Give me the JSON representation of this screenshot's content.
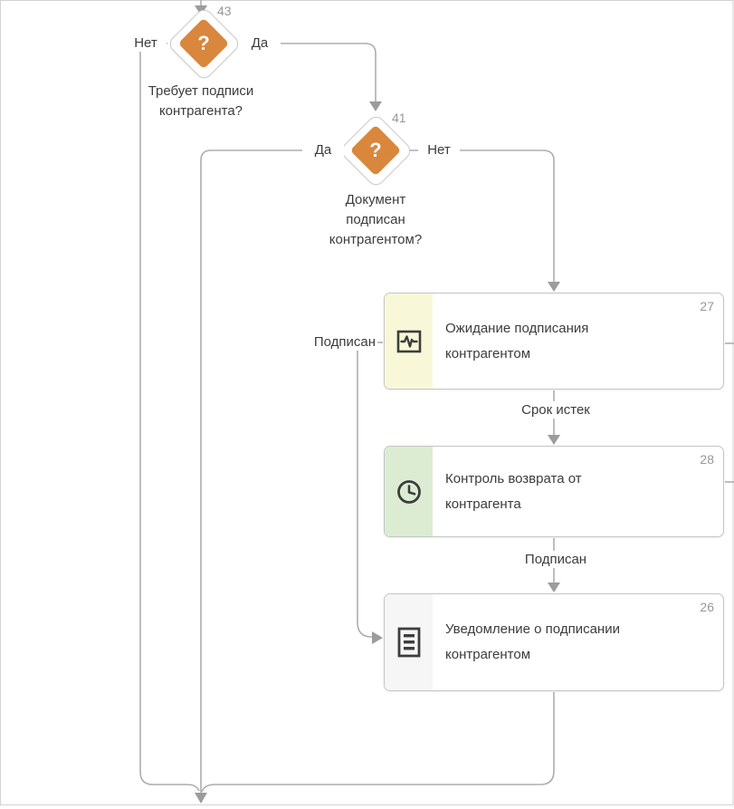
{
  "canvas": {
    "background": "#ffffff",
    "border_color": "#d2d2d2"
  },
  "colors": {
    "decision_fill": "#d8873c",
    "decision_border": "#cacaca",
    "connector": "#adadad",
    "arrowhead": "#9c9c9c",
    "task_border": "#c5c5c5",
    "text": "#3c3c3c",
    "number_text": "#979797",
    "panel_yellow": "#f8f8d9",
    "panel_green": "#dbecd3",
    "panel_gray": "#f6f6f6"
  },
  "decisions": [
    {
      "number": "43",
      "icon_glyph": "?",
      "caption_lines": [
        "Требует подписи",
        "контрагента?"
      ],
      "branch_left": "Нет",
      "branch_right": "Да"
    },
    {
      "number": "41",
      "icon_glyph": "?",
      "caption_lines": [
        "Документ",
        "подписан",
        "контрагентом?"
      ],
      "branch_left": "Да",
      "branch_right": "Нет"
    }
  ],
  "tasks": [
    {
      "number": "27",
      "title": "Ожидание подписания контрагентом",
      "icon": "pulse-monitor-icon",
      "panel_color": "#f8f8d9",
      "out_label_left": "Подписан"
    },
    {
      "number": "28",
      "title": "Контроль возврата от контрагента",
      "icon": "clock-icon",
      "panel_color": "#dbecd3"
    },
    {
      "number": "26",
      "title": "Уведомление о подписании контрагентом",
      "icon": "document-icon",
      "panel_color": "#f6f6f6"
    }
  ],
  "transitions": {
    "task27_to_task28": "Срок истек",
    "task28_to_task26": "Подписан",
    "task27_to_task26": "Подписан"
  }
}
